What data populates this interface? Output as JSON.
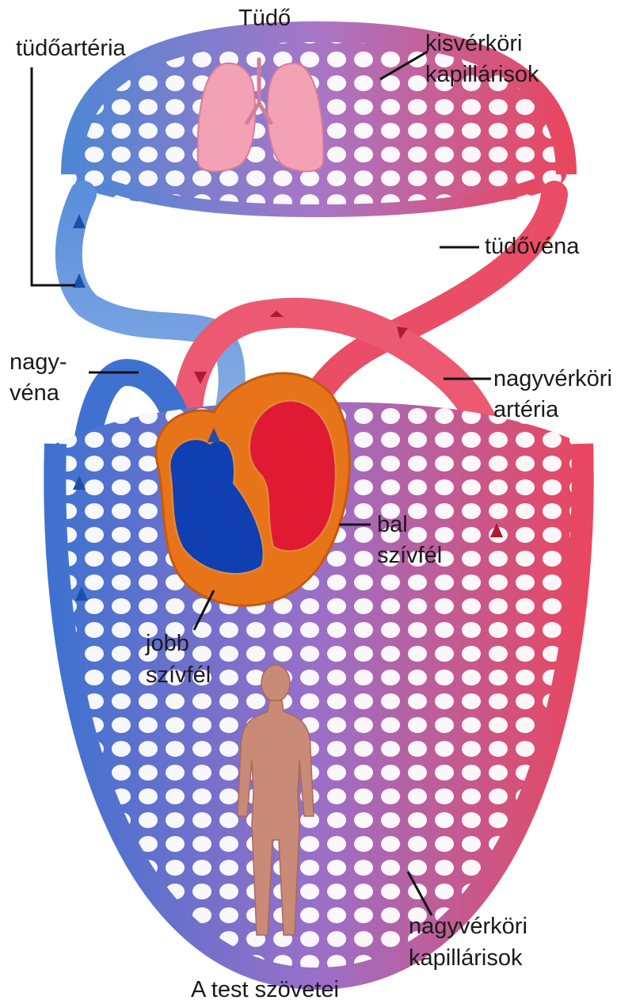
{
  "labels": {
    "tudo": "Tüdő",
    "tudoarteria": "tüdőartéria",
    "kisverkori_1": "kisvérköri",
    "kisverkori_2": "kapillárisok",
    "tudovena": "tüdővéna",
    "nagyvena_1": "nagy-",
    "nagyvena_2": "véna",
    "nagyverkori_arteria_1": "nagyvérköri",
    "nagyverkori_arteria_2": "artéria",
    "bal_1": "bal",
    "bal_2": "szívfél",
    "jobb_1": "jobb",
    "jobb_2": "szívfél",
    "nagyverkori_kap_1": "nagyvérköri",
    "nagyverkori_kap_2": "kapillárisok",
    "test": "A test szövetei"
  },
  "colors": {
    "oxygenated": "#e8475f",
    "deoxygenated": "#4f86d4",
    "heart_wall": "#e8741a",
    "right_chamber": "#0f3fb0",
    "left_chamber": "#e01a32",
    "lung": "#f3a2b6",
    "body_figure": "#c98b78"
  }
}
